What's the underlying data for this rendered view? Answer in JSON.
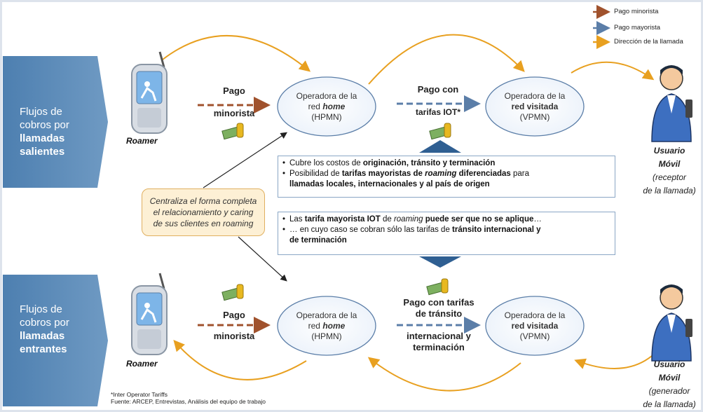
{
  "legend": {
    "retail": "Pago minorista",
    "wholesale": "Pago mayorista",
    "direction": "Dirección de la llamada"
  },
  "colors": {
    "retail": "#a0522d",
    "wholesale": "#5b7ea8",
    "direction": "#e8a020",
    "flow_box": "#5f8cbc"
  },
  "outgoing": {
    "flow_label_1": "Flujos de",
    "flow_label_2": "cobros por",
    "flow_label_3": "llamadas",
    "flow_label_4": "salientes",
    "roamer": "Roamer",
    "retail_1": "Pago",
    "retail_2": "minorista",
    "home_1": "Operadora de la",
    "home_2a": "red ",
    "home_2b": "home",
    "home_3": "(HPMN)",
    "wholesale_1": "Pago con",
    "wholesale_2": "tarifas IOT*",
    "visited_1": "Operadora de la",
    "visited_2": "red visitada",
    "visited_3": "(VPMN)",
    "user_1": "Usuario",
    "user_2": "Móvil",
    "user_3": "(receptor",
    "user_4": "de la llamada)"
  },
  "incoming": {
    "flow_label_1": "Flujos de",
    "flow_label_2": "cobros por",
    "flow_label_3": "llamadas",
    "flow_label_4": "entrantes",
    "roamer": "Roamer",
    "retail_1": "Pago",
    "retail_2": "minorista",
    "home_1": "Operadora de la",
    "home_2a": "red ",
    "home_2b": "home",
    "home_3": "(HPMN)",
    "wholesale_1": "Pago con tarifas",
    "wholesale_2": "de tránsito",
    "wholesale_3": "internacional y",
    "wholesale_4": "terminación",
    "visited_1": "Operadora de la",
    "visited_2": "red visitada",
    "visited_3": "(VPMN)",
    "user_1": "Usuario",
    "user_2": "Móvil",
    "user_3": "(generador",
    "user_4": "de la llamada)"
  },
  "info_top": {
    "b1_a": "Cubre los costos de ",
    "b1_b": "originación, tránsito y terminación",
    "b2_a": "Posibilidad de ",
    "b2_b": "tarifas mayoristas de ",
    "b2_c": "roaming",
    "b2_d": " diferenciadas",
    "b2_e": " para",
    "b2_f": "llamadas locales, internacionales y al país de origen"
  },
  "info_bottom": {
    "b1_a": "Las ",
    "b1_b": "tarifa mayorista IOT",
    "b1_c": " de ",
    "b1_d": "roaming",
    "b1_e": " puede ser que no se aplique",
    "b1_f": "…",
    "b2_a": "… en cuyo caso se cobran sólo las tarifas de ",
    "b2_b": "tránsito internacional y",
    "b2_c": "de terminación"
  },
  "callout": {
    "line1": "Centraliza el forma completa",
    "line2": "el relacionamiento y caring",
    "line3": "de sus clientes en roaming"
  },
  "footnote": {
    "line1": "*Inter Operator Tariffs",
    "line2": "Fuente: ARCEP, Entrevistas, Análisis del equipo de trabajo"
  }
}
